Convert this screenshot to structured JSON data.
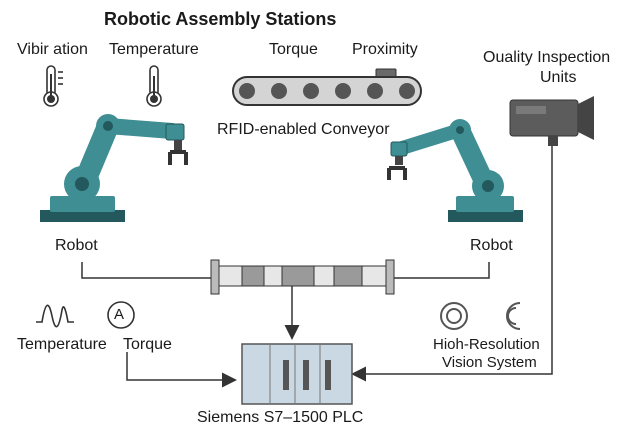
{
  "diagram": {
    "title": "Robotic Assembly Stations",
    "sensors_top": {
      "vibration": "Vibir ation",
      "temperature": "Temperature",
      "torque": "Torque",
      "proximity": "Proximity"
    },
    "conveyor_label": "RFID-enabled Conveyor",
    "quality": {
      "line1": "Ouality Inspection",
      "line2": "Units"
    },
    "robot_left": "Robot",
    "robot_right": "Robot",
    "sensors_bottom": {
      "temperature": "Temperature",
      "torque": "Torque",
      "torque_icon_letter": "A"
    },
    "vision": {
      "line1": "Hioh-Resolution",
      "line2": "Vision System"
    },
    "plc_label": "Siemens S7–1500 PLC",
    "colors": {
      "robot_teal": "#3e8e93",
      "robot_dark": "#23595c",
      "line": "#333333",
      "plc_fill": "#c9d8e3",
      "camera": "#5c5c5c"
    }
  }
}
